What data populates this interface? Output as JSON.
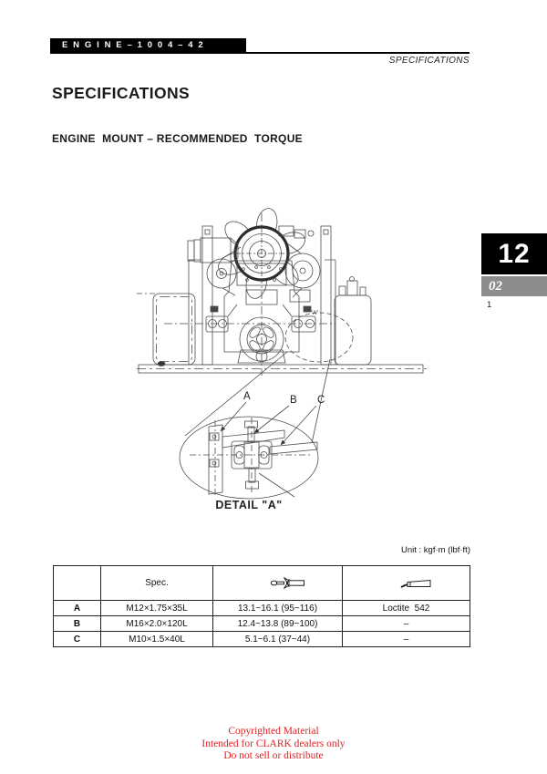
{
  "header": {
    "bar_title": "E N G I N E – 1 0 0 4 – 4 2",
    "section_label": "SPECIFICATIONS"
  },
  "title": "SPECIFICATIONS",
  "subtitle": "ENGINE  MOUNT – RECOMMENDED  TORQUE",
  "tab": {
    "chapter": "12",
    "section": "02",
    "page_number": "1"
  },
  "figure": {
    "detail_ref": "\"A\"",
    "callout_labels": [
      "A",
      "B",
      "C"
    ],
    "caption": "DETAIL \"A\""
  },
  "table": {
    "unit_label": "Unit : kgf·m (lbf·ft)",
    "headers": {
      "item": "",
      "spec": "Spec.",
      "torque_icon": "torque-wrench-icon",
      "adhesive_icon": "sealant-tube-icon"
    },
    "rows": [
      {
        "item": "A",
        "spec": "M12×1.75×35L",
        "torque": "13.1~16.1 (95~116)",
        "adhesive": "Loctite  542"
      },
      {
        "item": "B",
        "spec": "M16×2.0×120L",
        "torque": "12.4~13.8 (89~100)",
        "adhesive": "–"
      },
      {
        "item": "C",
        "spec": "M10×1.5×40L",
        "torque": "5.1~6.1 (37~44)",
        "adhesive": "–"
      }
    ]
  },
  "footer": {
    "line1": "Copyrighted Material",
    "line2": "Intended for CLARK dealers only",
    "line3": "Do not sell or distribute"
  },
  "colors": {
    "footer_red": "#e41e20",
    "tab_black": "#000000",
    "tab_gray": "#8c8c8c"
  }
}
